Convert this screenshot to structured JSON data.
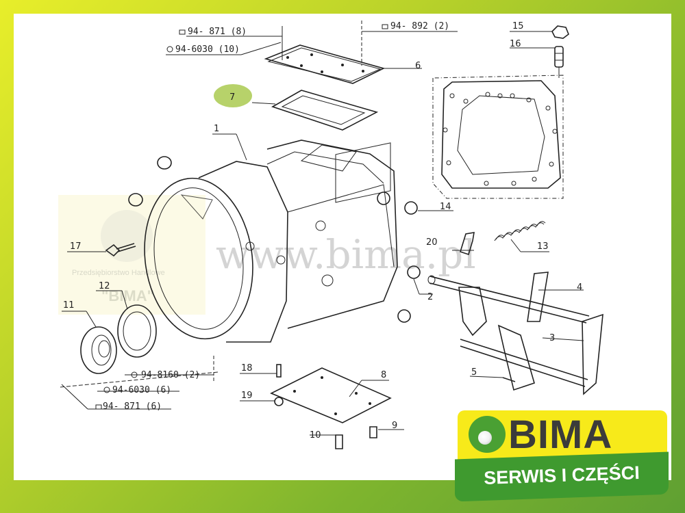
{
  "diagram": {
    "callouts": {
      "c1": "1",
      "c2": "2",
      "c3": "3",
      "c4": "4",
      "c5": "5",
      "c6": "6",
      "c7": "7",
      "c8": "8",
      "c9": "9",
      "c10": "10",
      "c11": "11",
      "c12": "12",
      "c13": "13",
      "c14": "14",
      "c15": "15",
      "c16": "16",
      "c17": "17",
      "c18": "18",
      "c19": "19",
      "c20": "20"
    },
    "refs": {
      "r1": "94- 871 (8)",
      "r2": "94-6030 (10)",
      "r3": "94- 892 (2)",
      "r4": "94-8160 (2)",
      "r5": "94-6030 (6)",
      "r6": "94- 871 (6)"
    },
    "highlight_color": "#b7d26a"
  },
  "watermark": {
    "url": "www.bima.pl",
    "company": "Przedsiębiorstwo Handlowe",
    "name": "\"BIMA\""
  },
  "logo": {
    "name": "BIMA",
    "tagline": "SERWIS I CZĘŚCI"
  }
}
